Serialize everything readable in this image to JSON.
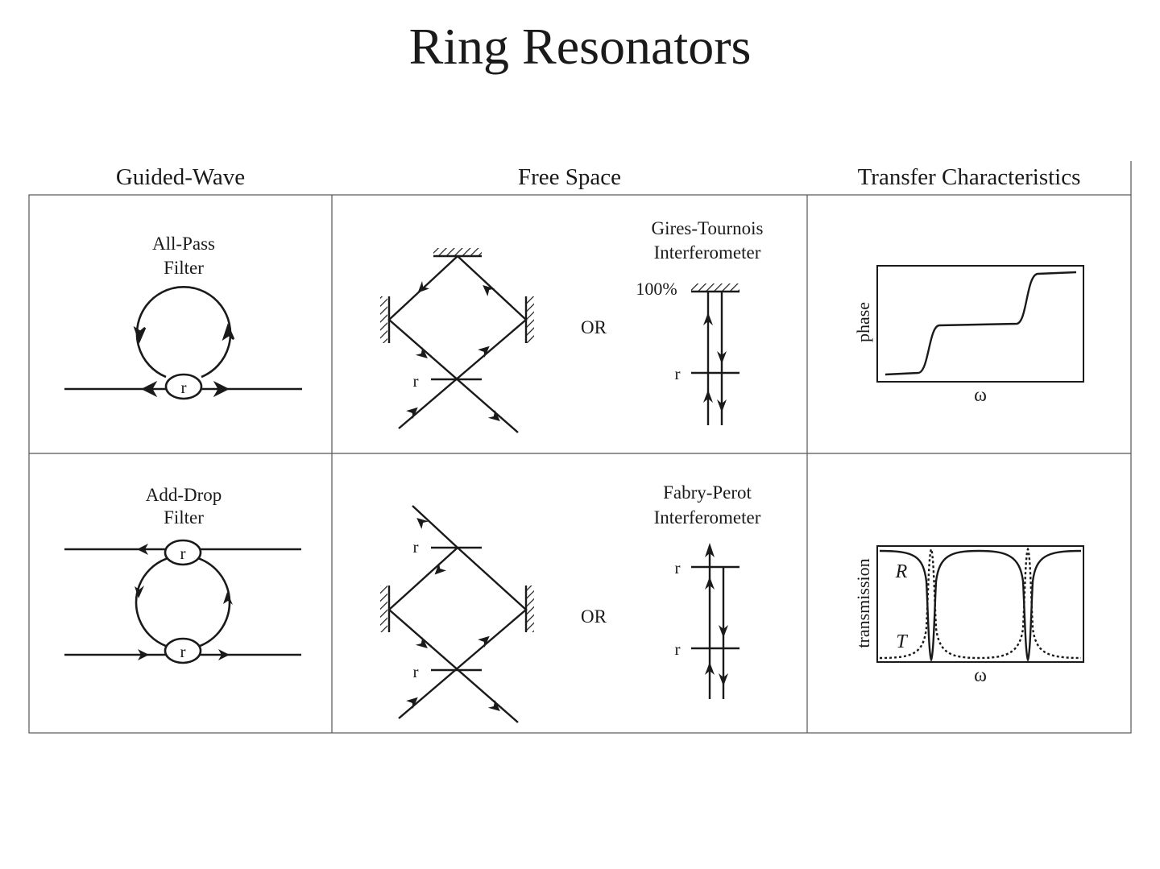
{
  "title": "Ring Resonators",
  "columns": {
    "guided_wave": "Guided-Wave",
    "free_space": "Free Space",
    "transfer": "Transfer Characteristics"
  },
  "row1": {
    "guided_label_1": "All-Pass",
    "guided_label_2": "Filter",
    "coupler_r": "r",
    "or_text": "OR",
    "fs_r": "r",
    "interf_label_1": "Gires-Tournois",
    "interf_label_2": "Interferometer",
    "mirror_pct": "100%",
    "interf_r": "r",
    "plot_ylabel": "phase",
    "plot_xlabel": "ω"
  },
  "row2": {
    "guided_label_1": "Add-Drop",
    "guided_label_2": "Filter",
    "coupler_r_top": "r",
    "coupler_r_bottom": "r",
    "or_text": "OR",
    "fs_r_top": "r",
    "fs_r_bottom": "r",
    "interf_label_1": "Fabry-Perot",
    "interf_label_2": "Interferometer",
    "interf_r_top": "r",
    "interf_r_bottom": "r",
    "plot_ylabel": "transmission",
    "plot_xlabel": "ω",
    "curve_R": "R",
    "curve_T": "T"
  }
}
